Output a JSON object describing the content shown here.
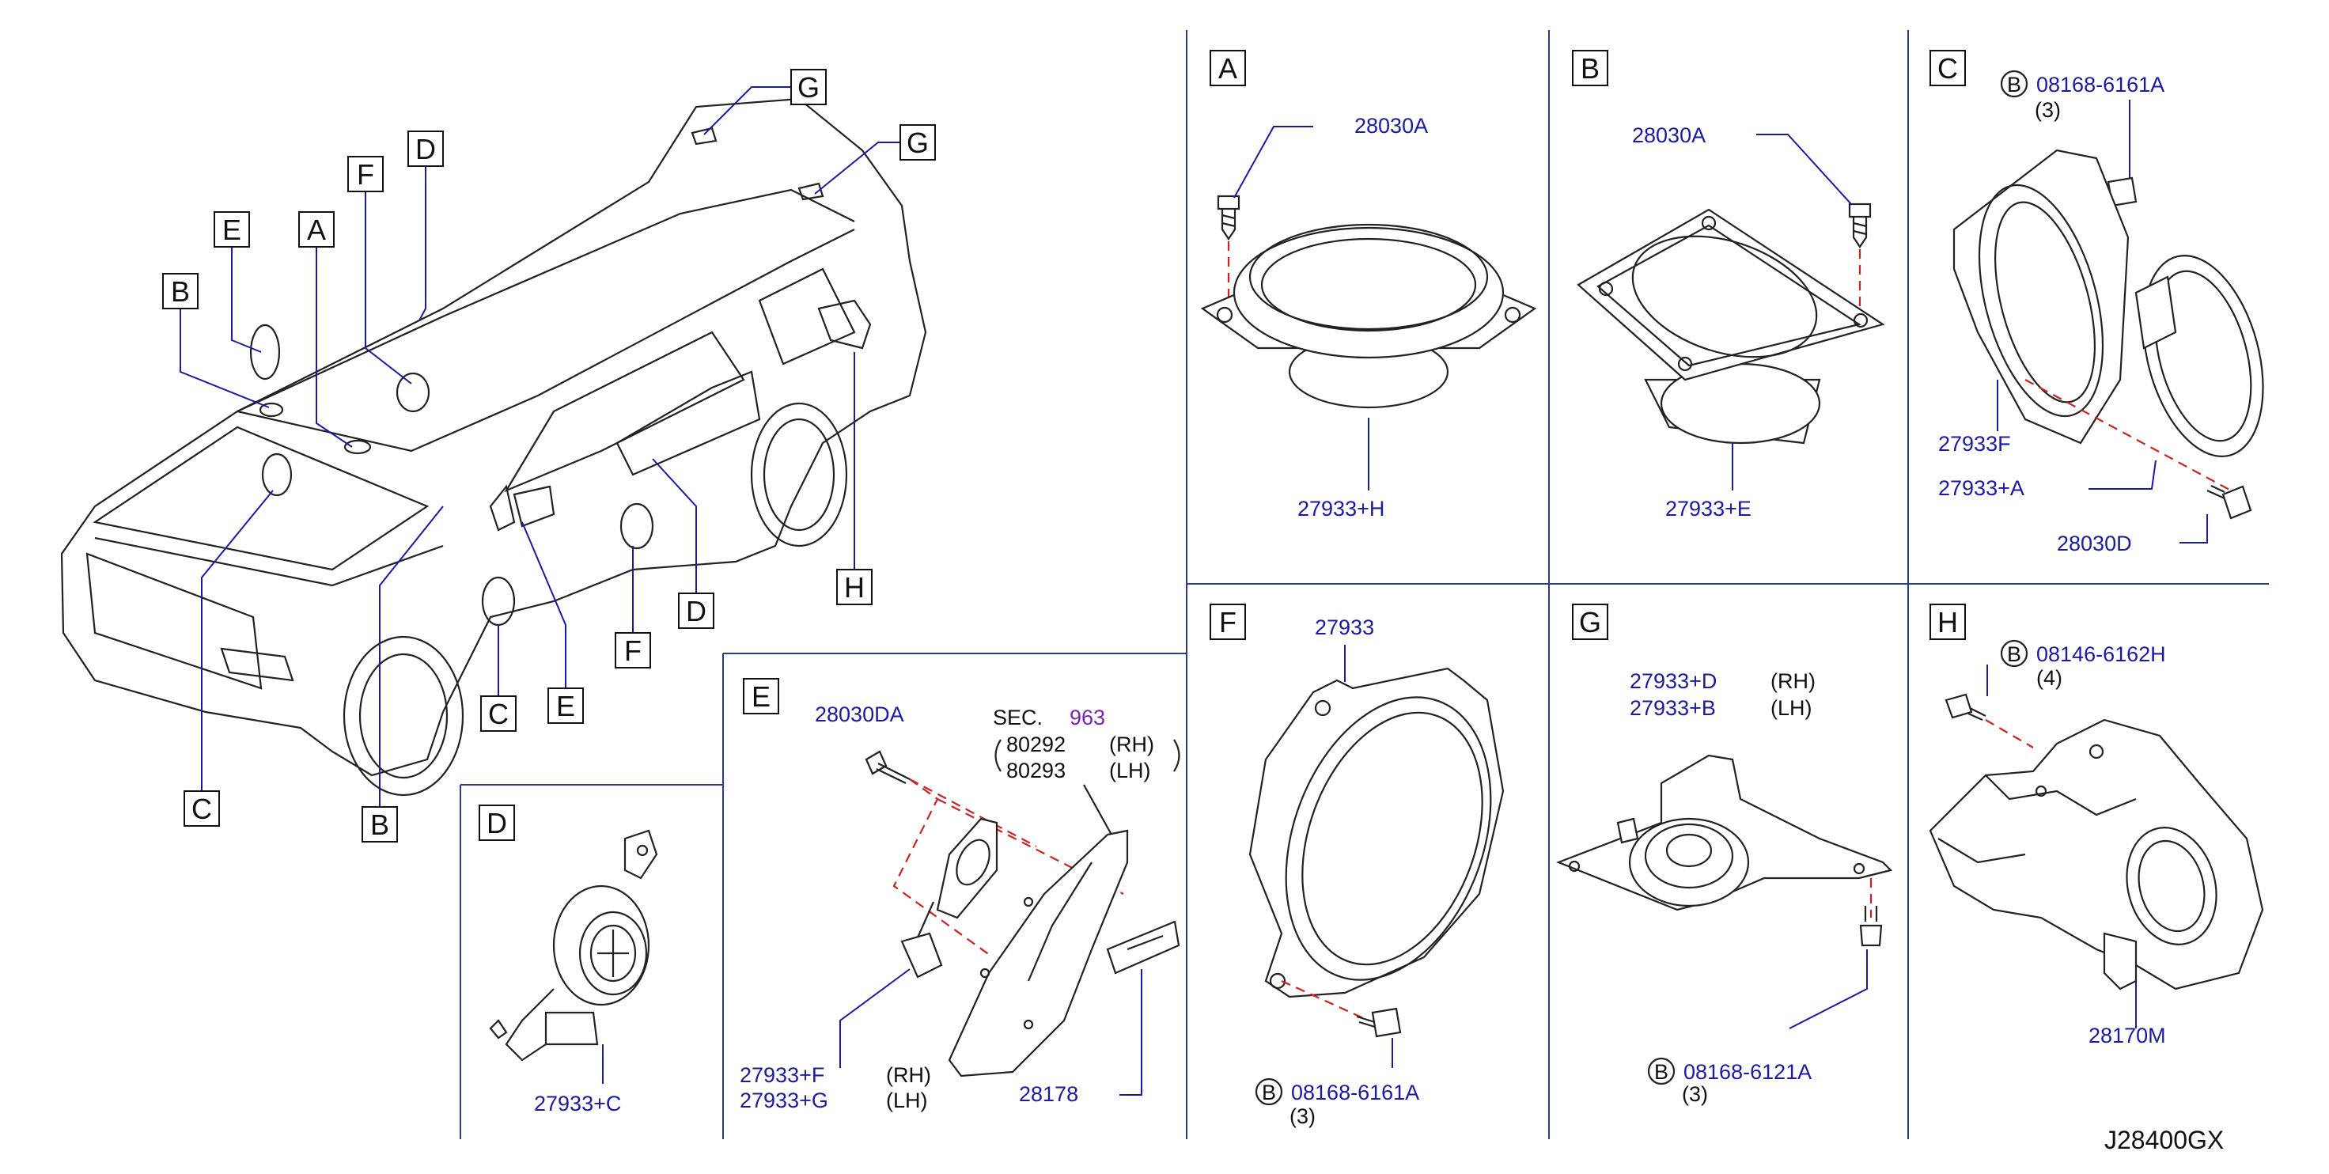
{
  "diagram_code": "J28400GX",
  "vehicle_callouts": [
    "G",
    "G",
    "D",
    "F",
    "E",
    "A",
    "B",
    "C",
    "B",
    "C",
    "E",
    "F",
    "D",
    "H"
  ],
  "panels": {
    "A": {
      "letter": "A",
      "screw": "28030A",
      "speaker": "27933+H"
    },
    "B": {
      "letter": "B",
      "screw": "28030A",
      "speaker": "27933+E"
    },
    "C": {
      "letter": "C",
      "bolt_mark": "B",
      "bolt": "08168-6161A",
      "bolt_qty": "(3)",
      "bracket": "27933F",
      "speaker": "27933+A",
      "screw": "28030D"
    },
    "D": {
      "letter": "D",
      "speaker": "27933+C"
    },
    "E": {
      "letter": "E",
      "screw": "28030DA",
      "sec_label": "SEC.",
      "sec_num": "963",
      "ref1": "80292",
      "ref1_side": "(RH)",
      "ref2": "80293",
      "ref2_side": "(LH)",
      "speaker_rh": "27933+F",
      "speaker_rh_side": "(RH)",
      "speaker_lh": "27933+G",
      "speaker_lh_side": "(LH)",
      "cover": "28178"
    },
    "F": {
      "letter": "F",
      "adapter": "27933",
      "bolt_mark": "B",
      "bolt": "08168-6161A",
      "bolt_qty": "(3)"
    },
    "G": {
      "letter": "G",
      "speaker_rh": "27933+D",
      "speaker_rh_side": "(RH)",
      "speaker_lh": "27933+B",
      "speaker_lh_side": "(LH)",
      "bolt_mark": "B",
      "bolt": "08168-6121A",
      "bolt_qty": "(3)"
    },
    "H": {
      "letter": "H",
      "bolt_mark": "B",
      "bolt": "08146-6162H",
      "bolt_qty": "(4)",
      "subwoofer": "28170M"
    }
  }
}
